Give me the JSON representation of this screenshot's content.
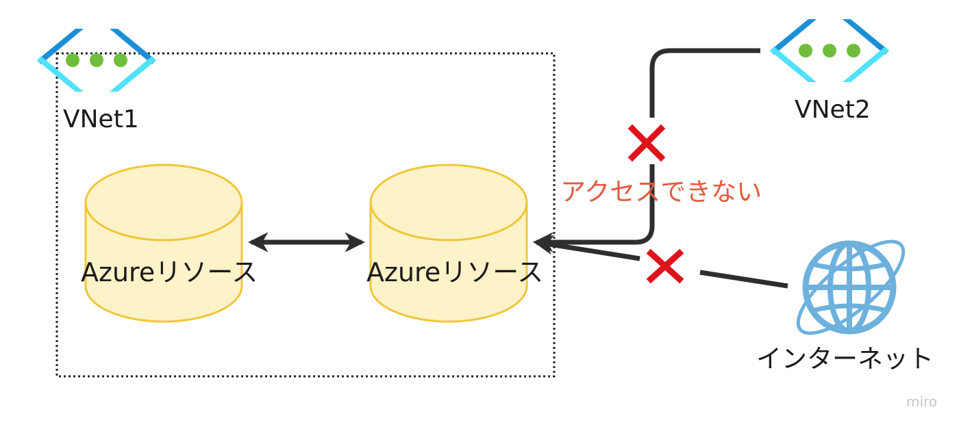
{
  "vnet1": {
    "label": "VNet1",
    "icon": "vnet-icon"
  },
  "vnet2": {
    "label": "VNet2",
    "icon": "vnet-icon"
  },
  "resource_left": {
    "label": "Azureリソース",
    "icon": "database-cylinder-icon"
  },
  "resource_right": {
    "label": "Azureリソース",
    "icon": "database-cylinder-icon"
  },
  "internet": {
    "label": "インターネット",
    "icon": "globe-icon"
  },
  "blocked_note": "アクセスできない",
  "watermark": "miro",
  "colors": {
    "vnet_dark": "#1b8fd6",
    "vnet_light": "#50e1fb",
    "vnet_dots": "#6fbd3a",
    "cylinder_fill": "#fdf2c8",
    "cylinder_stroke": "#efc73a",
    "connector": "#2e2e2e",
    "blocked": "#e0121b",
    "note": "#e45a3e",
    "globe": "#6db1dc"
  }
}
